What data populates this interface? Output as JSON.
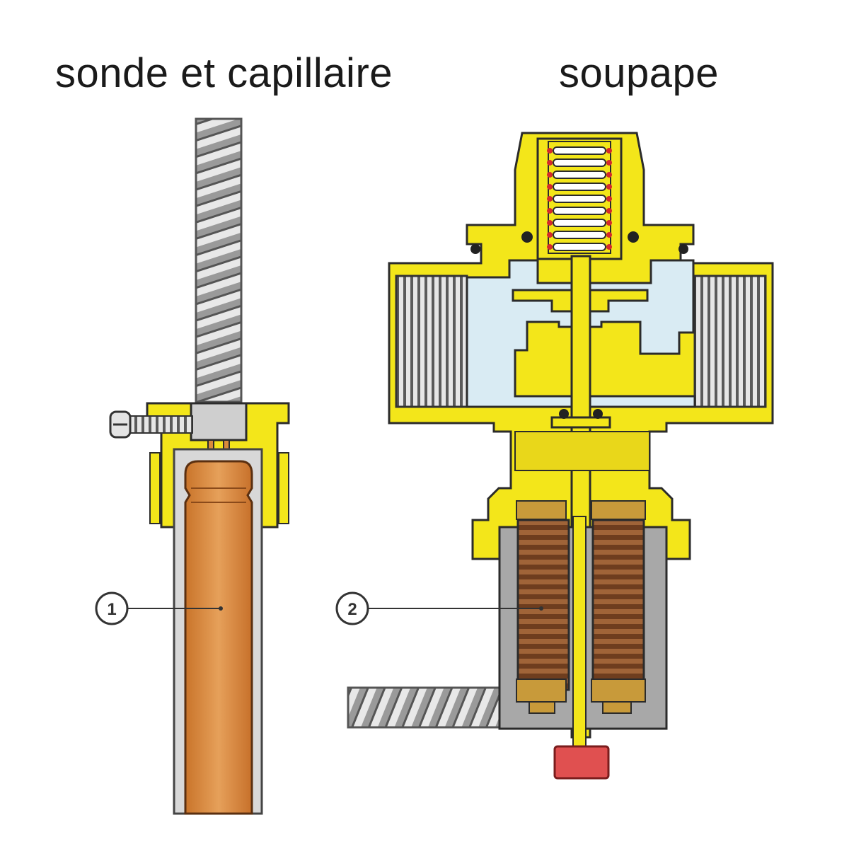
{
  "titles": {
    "left": "sonde et capillaire",
    "right": "soupape"
  },
  "callouts": [
    {
      "number": "1"
    },
    {
      "number": "2"
    }
  ],
  "colors": {
    "brass_yellow": "#f3e61a",
    "outline": "#2b2b2b",
    "copper": "#d98a3c",
    "coil_brown": "#8a5330",
    "steel_gray": "#9b9b9b",
    "water_blue": "#d9ebf3",
    "spring_red": "#d52a2a",
    "cap_red": "#e05050"
  }
}
